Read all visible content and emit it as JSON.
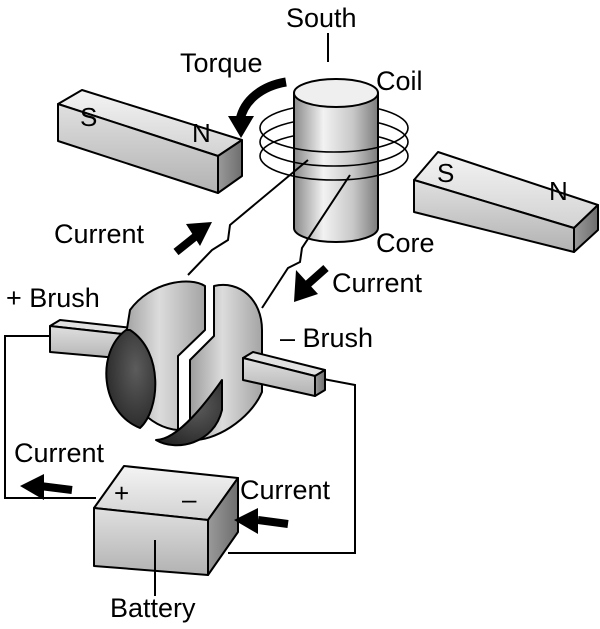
{
  "labels": {
    "south": "South",
    "torque": "Torque",
    "coil": "Coil",
    "core": "Core",
    "current_coil_up": "Current",
    "current_coil_down": "Current",
    "brush_plus": "+ Brush",
    "brush_minus": "– Brush",
    "current_left": "Current",
    "current_right": "Current",
    "battery": "Battery"
  },
  "magnets": {
    "left": {
      "pole_s": "S",
      "pole_n": "N"
    },
    "right": {
      "pole_s": "S",
      "pole_n": "N"
    }
  },
  "battery_terminals": {
    "plus": "+",
    "minus": "–"
  },
  "colors": {
    "background": "#ffffff",
    "line": "#000000",
    "metal_light": "#e6e6e6",
    "metal_mid": "#bdbdbd",
    "metal_dark": "#7a7a7a"
  }
}
